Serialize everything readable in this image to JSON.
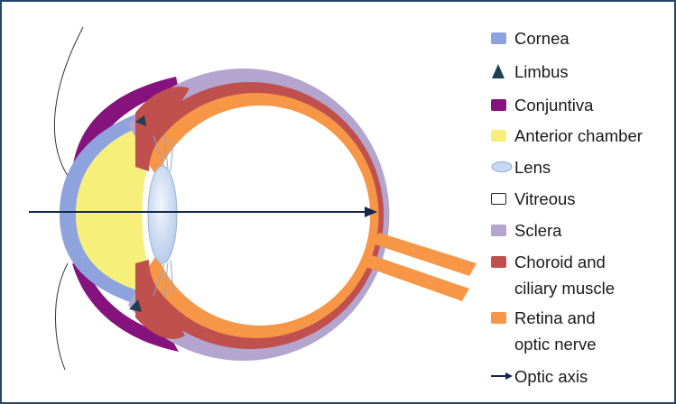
{
  "legend": {
    "items": [
      {
        "key": "cornea",
        "label": "Cornea",
        "color": "#8ea2dd",
        "icon": "square-swatch"
      },
      {
        "key": "limbus",
        "label": "Limbus",
        "color": "#1f3f52",
        "icon": "triangle-marker"
      },
      {
        "key": "conjuntiva",
        "label": "Conjuntiva",
        "color": "#86137d",
        "icon": "square-swatch"
      },
      {
        "key": "anterior_chamber",
        "label": "Anterior chamber",
        "color": "#f6f07a",
        "icon": "square-swatch"
      },
      {
        "key": "lens",
        "label": "Lens",
        "color": "#c7d8f1",
        "icon": "ellipse-swatch"
      },
      {
        "key": "vitreous",
        "label": "Vitreous",
        "color": "#ffffff",
        "icon": "outlined-square-swatch"
      },
      {
        "key": "sclera",
        "label": "Sclera",
        "color": "#b4a5cf",
        "icon": "square-swatch"
      },
      {
        "key": "choroid",
        "label": "Choroid and\nciliary muscle",
        "color": "#c0504d",
        "icon": "square-swatch"
      },
      {
        "key": "retina",
        "label": "Retina and\noptic nerve",
        "color": "#f79646",
        "icon": "square-swatch"
      },
      {
        "key": "optic_axis",
        "label": "Optic axis",
        "color": "#14284b",
        "icon": "arrow-marker"
      }
    ]
  },
  "colors": {
    "outline": "#27466b",
    "eyelid_line": "#333333",
    "ciliary_fibers": "#8fa7c9"
  }
}
